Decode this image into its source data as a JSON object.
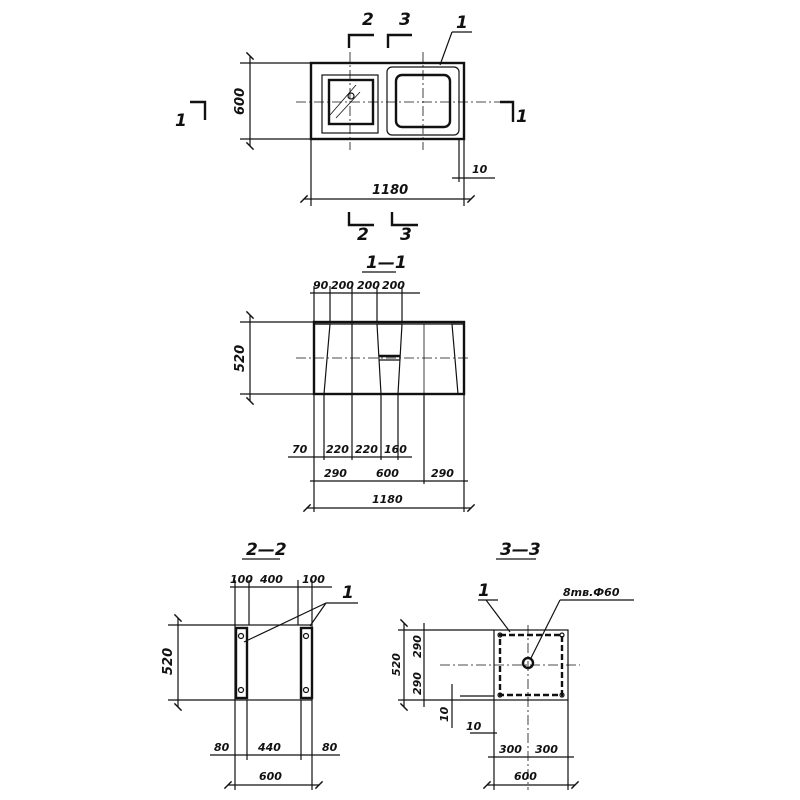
{
  "plan": {
    "cut_labels": {
      "top_2": "2",
      "top_3": "3",
      "bottom_2": "2",
      "bottom_3": "3",
      "left_1": "1",
      "right_1": "1"
    },
    "callout": "1",
    "dims": {
      "width": "1180",
      "height": "600",
      "offset": "10"
    }
  },
  "section_1_1": {
    "title": "1—1",
    "top_dims": [
      "90",
      "200",
      "200",
      "200"
    ],
    "height": "520",
    "bottom_row1": [
      "70",
      "220",
      "220",
      "160"
    ],
    "bottom_row2": [
      "290",
      "600",
      "290"
    ],
    "total": "1180"
  },
  "section_2_2": {
    "title": "2—2",
    "top_dims": [
      "100",
      "400",
      "100"
    ],
    "callout": "1",
    "height": "520",
    "bottom_row1": [
      "80",
      "440",
      "80"
    ],
    "total": "600"
  },
  "section_3_3": {
    "title": "3—3",
    "callout": "1",
    "note": "8mв.Ф60",
    "left_dims": [
      "520",
      "290",
      "290"
    ],
    "offsets": [
      "10",
      "10"
    ],
    "bottom_row1": [
      "300",
      "300"
    ],
    "total": "600"
  }
}
